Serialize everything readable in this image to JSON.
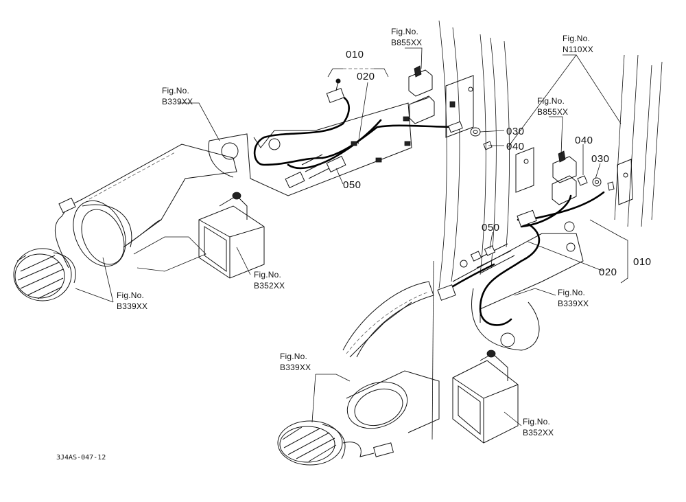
{
  "figure": {
    "ref_labels": {
      "fig_no_word": "Fig.No.",
      "b855": "B855XX",
      "n110": "N110XX",
      "b339": "B339XX",
      "b352": "B352XX"
    },
    "parts": {
      "p010": "010",
      "p020": "020",
      "p030": "030",
      "p040": "040",
      "p050": "050"
    },
    "drawing_code": "3J4AS-047-12"
  }
}
